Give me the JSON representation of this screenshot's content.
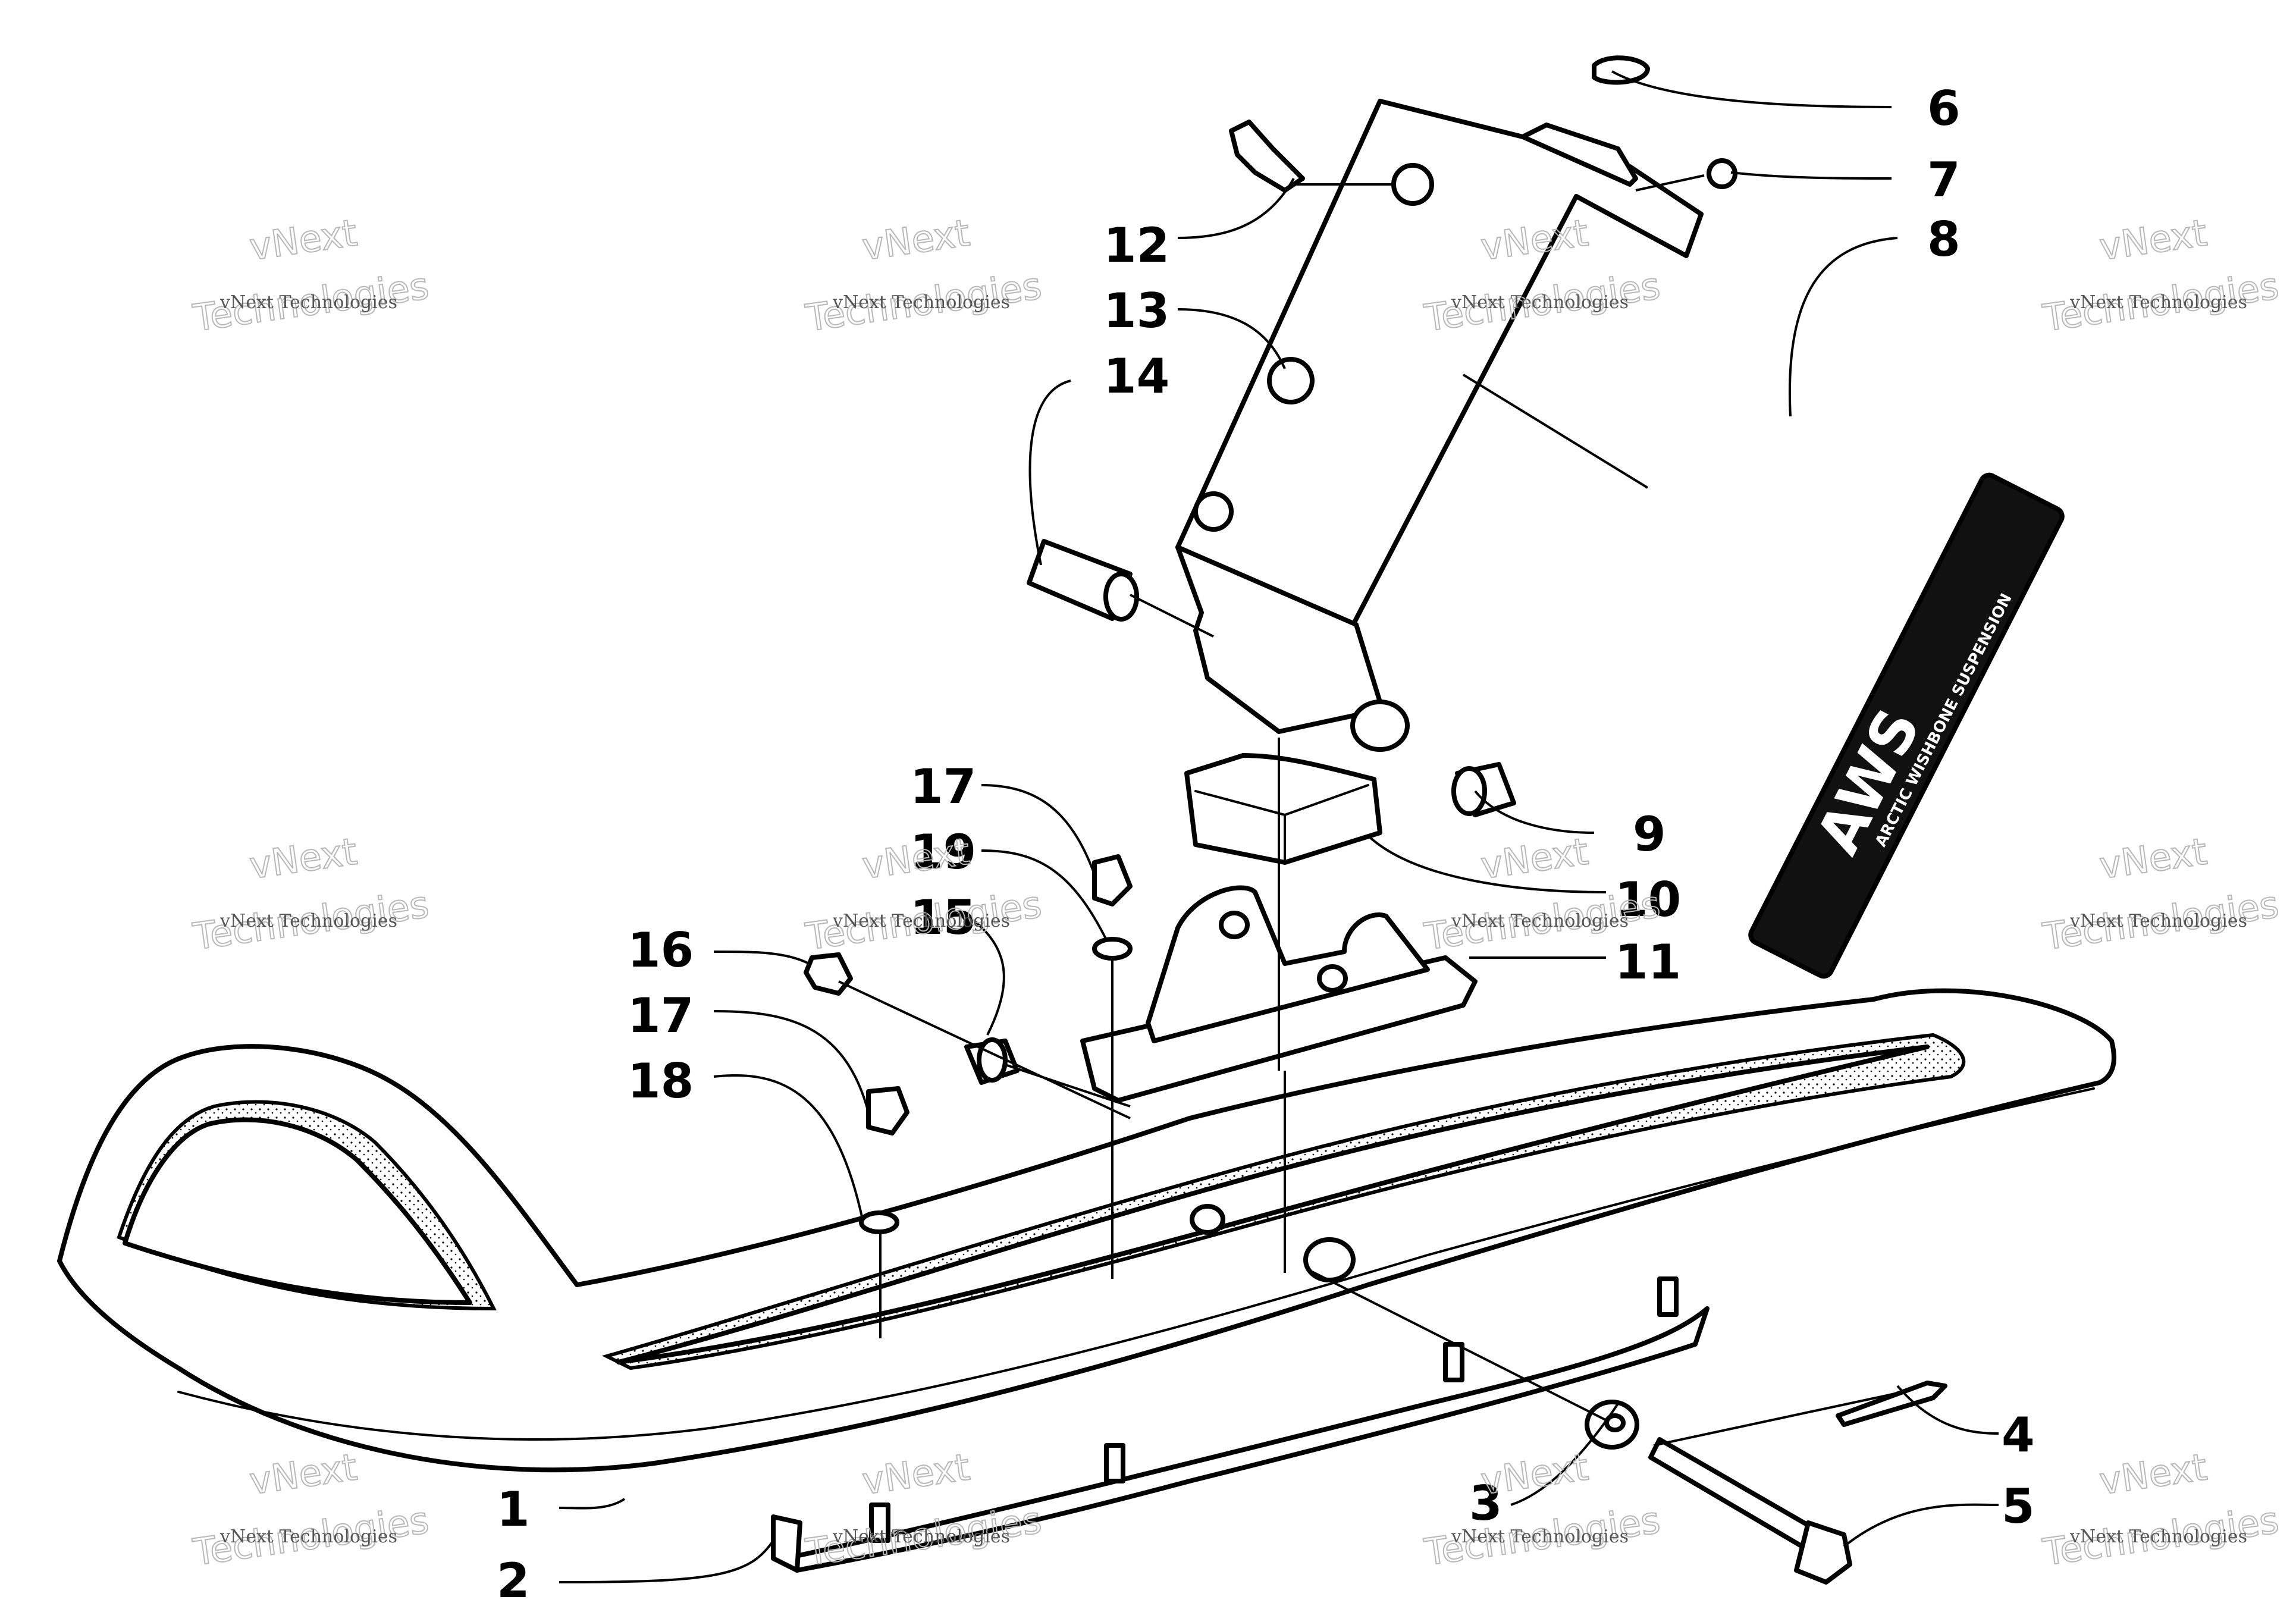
{
  "diagram": {
    "callouts": [
      {
        "id": "c1",
        "label": "1"
      },
      {
        "id": "c2",
        "label": "2"
      },
      {
        "id": "c3",
        "label": "3"
      },
      {
        "id": "c4",
        "label": "4"
      },
      {
        "id": "c5",
        "label": "5"
      },
      {
        "id": "c6",
        "label": "6"
      },
      {
        "id": "c7",
        "label": "7"
      },
      {
        "id": "c8",
        "label": "8"
      },
      {
        "id": "c9",
        "label": "9"
      },
      {
        "id": "c10",
        "label": "10"
      },
      {
        "id": "c11",
        "label": "11"
      },
      {
        "id": "c12",
        "label": "12"
      },
      {
        "id": "c13",
        "label": "13"
      },
      {
        "id": "c14",
        "label": "14"
      },
      {
        "id": "c15",
        "label": "15"
      },
      {
        "id": "c16",
        "label": "16"
      },
      {
        "id": "c17a",
        "label": "17"
      },
      {
        "id": "c17b",
        "label": "17"
      },
      {
        "id": "c18",
        "label": "18"
      },
      {
        "id": "c19",
        "label": "19"
      }
    ],
    "decal": {
      "logo": "AWS",
      "subtitle": "ARCTIC WISHBONE SUSPENSION"
    }
  },
  "watermark": {
    "line1": "vNext Technologies",
    "line2_a": "vNext",
    "line2_b": "Technologies"
  }
}
